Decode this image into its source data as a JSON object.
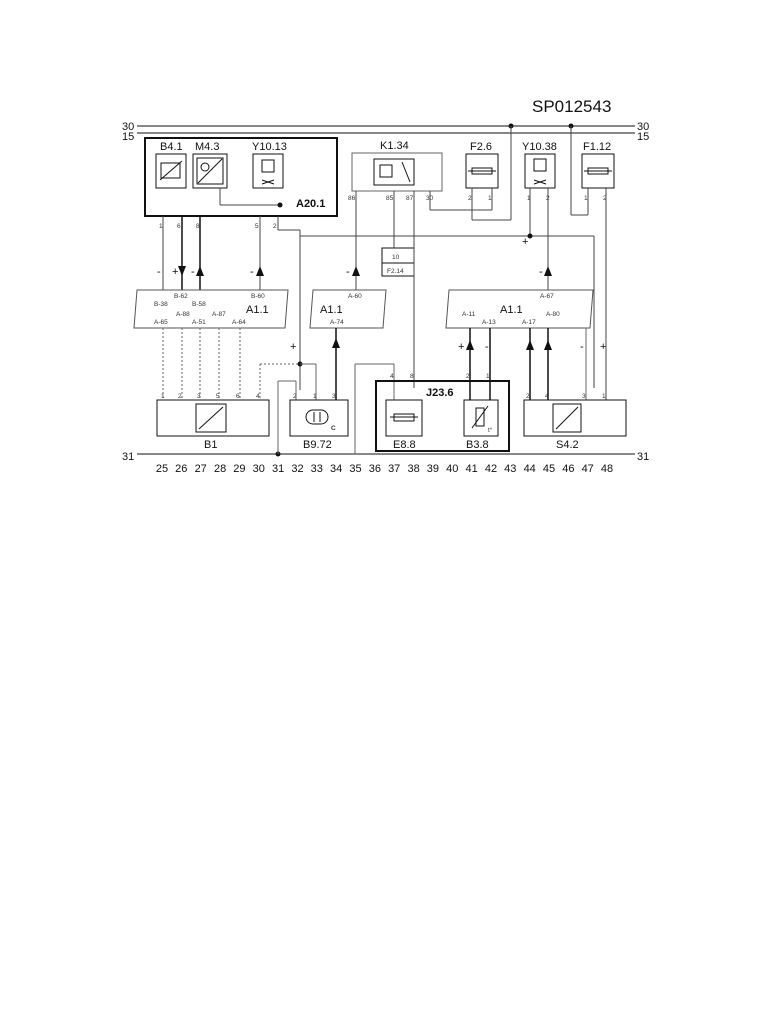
{
  "header": {
    "diagram_id": "SP012543"
  },
  "rails": {
    "left_30": "30",
    "left_15": "15",
    "right_30": "30",
    "right_15": "15",
    "left_31": "31",
    "right_31": "31"
  },
  "components": {
    "b41": "B4.1",
    "m43": "M4.3",
    "y1013": "Y10.13",
    "a201": "A20.1",
    "k134": "K1.34",
    "f26": "F2.6",
    "y1038": "Y10.38",
    "f112": "F1.12",
    "fuse_num": "10",
    "f214": "F2.14",
    "a11_left": "A1.1",
    "a11_mid": "A1.1",
    "a11_right": "A1.1",
    "j236": "J23.6",
    "e88": "E8.8",
    "b38": "B3.8",
    "b1": "B1",
    "b972": "B9.72",
    "s42": "S4.2"
  },
  "connector_labels": {
    "b62": "B-62",
    "b38c": "B-38",
    "b58": "B-58",
    "b60": "B-60",
    "a88": "A-88",
    "a87": "A-87",
    "a65": "A-65",
    "a51": "A-51",
    "a64": "A-64",
    "a60": "A-60",
    "a74": "A-74",
    "a67": "A-67",
    "a11": "A-11",
    "a13": "A-13",
    "a17": "A-17",
    "a80": "A-80"
  },
  "pin_labels": {
    "k_86": "86",
    "k_85": "85",
    "k_87": "87",
    "k_30": "30",
    "p1a": "1",
    "p6a": "6",
    "p8a": "8",
    "p5a": "5",
    "p2a": "2",
    "f26_2": "2",
    "f26_1": "1",
    "y1038_1": "1",
    "y1038_2": "2",
    "f112_1": "1",
    "f112_2": "2",
    "b1_1": "1",
    "b1_2": "2",
    "b1_3": "3",
    "b1_5": "5",
    "b1_6": "6",
    "b1_4": "4",
    "b972_2": "2",
    "b972_1": "1",
    "b972_3": "3",
    "j_4": "4",
    "j_8": "8",
    "j_2": "2",
    "j_1": "1",
    "s_2": "2",
    "s_4": "4",
    "s_3": "3",
    "s_1": "1",
    "b972_c": "C",
    "b38_t": "t°"
  },
  "signs": {
    "s1": "-",
    "s2": "+",
    "s3": "-",
    "s4": "-",
    "s5": "-",
    "s6": "-",
    "s7": "+",
    "s8": "+",
    "s9": "-",
    "s10": "+",
    "s11": "-",
    "s12": "-",
    "s13": "+"
  },
  "bottom_numbers": [
    "25",
    "26",
    "27",
    "28",
    "29",
    "30",
    "31",
    "32",
    "33",
    "34",
    "35",
    "36",
    "37",
    "38",
    "39",
    "40",
    "41",
    "42",
    "43",
    "44",
    "45",
    "46",
    "47",
    "48"
  ]
}
